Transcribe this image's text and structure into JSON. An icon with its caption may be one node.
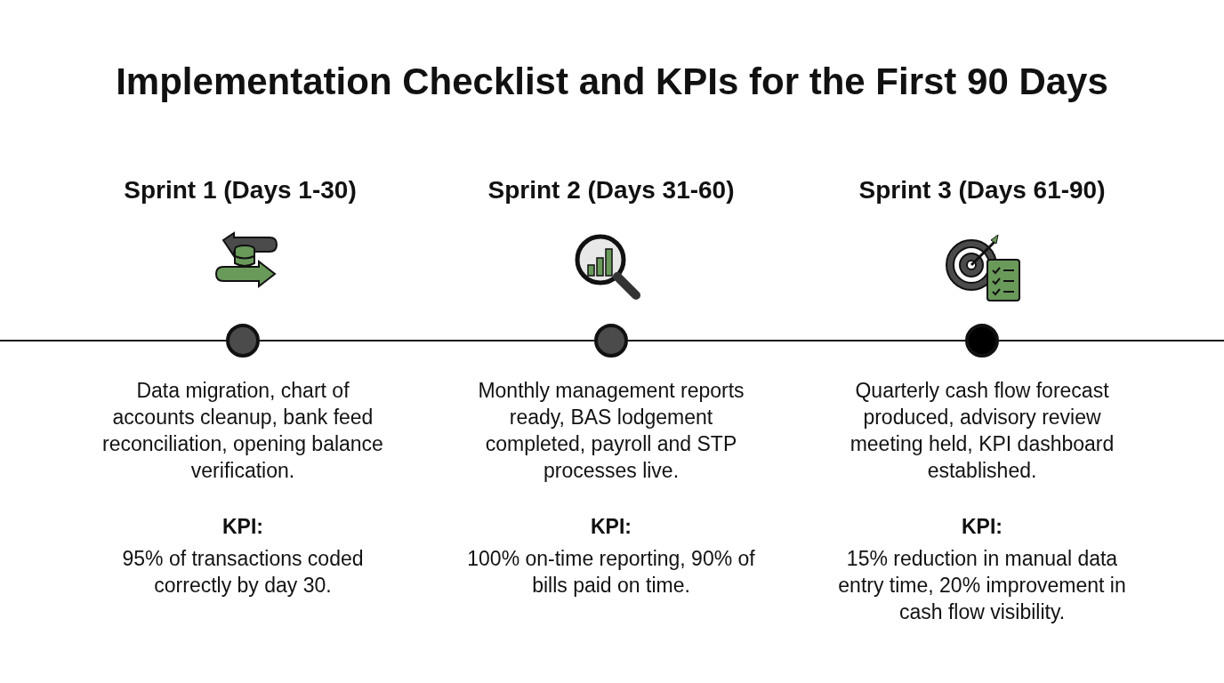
{
  "diagram": {
    "title": "Implementation Checklist and KPIs for the First 90 Days",
    "nodes": [
      {
        "text": [],
        "shape": "circle",
        "beside": [
          "Data migration, chart of accounts cleanup, bank feed reconciliation, opening balance verification.",
          "KPI:",
          "95% of transactions coded correctly by day 30."
        ]
      },
      {
        "text": [],
        "shape": "circle",
        "beside": [
          "Monthly management reports ready, BAS lodgement completed, payroll and STP processes live.",
          "KPI:",
          "100% on-time reporting, 90% of bills paid on time."
        ]
      },
      {
        "text": [],
        "shape": "circle",
        "beside": [
          "Quarterly cash flow forecast produced, advisory review meeting held, KPI dashboard established.",
          "KPI:",
          "15% reduction in manual data entry time, 20% improvement in cash flow visibility."
        ]
      }
    ],
    "edges": [
      {
        "from": null,
        "to": 0,
        "arrow": "none"
      },
      {
        "from": 0,
        "to": 1,
        "arrow": "none"
      },
      {
        "from": 1,
        "to": 2,
        "arrow": "none"
      },
      {
        "from": 2,
        "to": null,
        "arrow": "none"
      }
    ],
    "labels": [
      "Sprint 1 (Days 1-30)",
      "Sprint 2 (Days 31-60)",
      "Sprint 3 (Days 61-90)"
    ]
  }
}
